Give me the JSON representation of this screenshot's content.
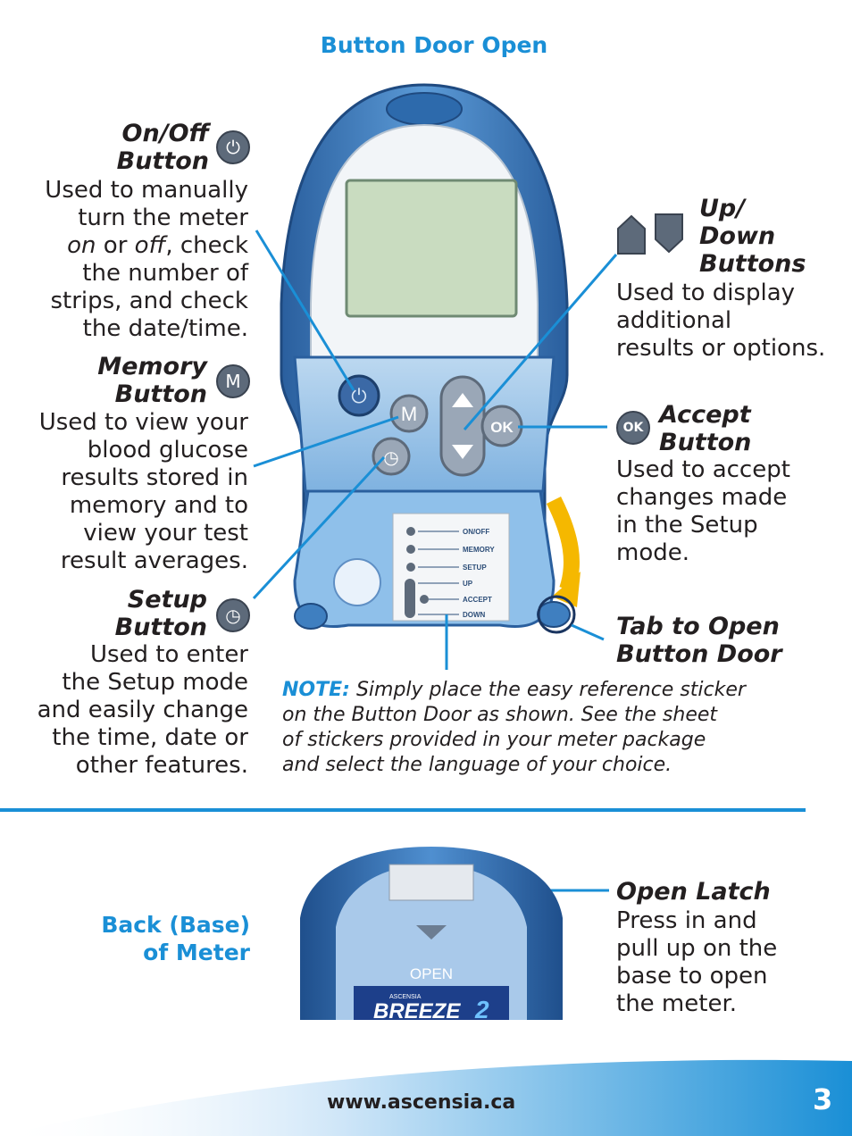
{
  "header": {
    "title": "Button Door Open"
  },
  "onoff": {
    "title_1": "On/Off",
    "title_2": "Button",
    "lines": [
      "Used to manually",
      "turn the meter",
      "",
      "the number of",
      "strips, and check",
      "the date/time."
    ],
    "line3_on": "on",
    "line3_or": " or ",
    "line3_off": "off",
    "line3_rest": ", check"
  },
  "memory": {
    "title_1": "Memory",
    "title_2": "Button",
    "icon": "M",
    "lines": [
      "Used to view your",
      "blood glucose",
      "results stored in",
      "memory and to",
      "view your test",
      "result averages."
    ]
  },
  "setup": {
    "title_1": "Setup",
    "title_2": "Button",
    "lines": [
      "Used to enter",
      "the Setup mode",
      "and easily change",
      "the time, date or",
      "other features."
    ]
  },
  "updown": {
    "title_1": "Up/",
    "title_2": "Down",
    "title_3": "Buttons",
    "lines": [
      "Used to display",
      "additional",
      "results or options."
    ]
  },
  "accept": {
    "title_1": "Accept",
    "title_2": "Button",
    "icon": "OK",
    "lines": [
      "Used to accept",
      "changes made",
      "in the Setup",
      "mode."
    ]
  },
  "tab": {
    "line1": "Tab to Open",
    "line2": "Button Door"
  },
  "note": {
    "label": "NOTE:",
    "lines": [
      "Simply place the easy reference sticker",
      "on the Button Door as shown. See the sheet",
      "of stickers provided in your meter package",
      "and select the language of your choice."
    ]
  },
  "sticker": {
    "items": [
      "ON/OFF",
      "MEMORY",
      "SETUP",
      "UP",
      "ACCEPT",
      "DOWN"
    ]
  },
  "meter_buttons": {
    "memory": "M",
    "accept": "OK"
  },
  "back": {
    "line1": "Back (Base)",
    "line2": "of Meter"
  },
  "meter_back": {
    "open": "OPEN",
    "brand_small": "ASCENSIA",
    "brand": "BREEZE",
    "model": "2"
  },
  "latch": {
    "title": "Open Latch",
    "lines": [
      "Press in and",
      "pull up on the",
      "base to open",
      "the meter."
    ]
  },
  "footer": {
    "url": "www.ascensia.ca",
    "page": "3"
  },
  "colors": {
    "accent": "#1a8fd6",
    "meter": "#3f7fc0",
    "arrow": "#f5b800"
  }
}
